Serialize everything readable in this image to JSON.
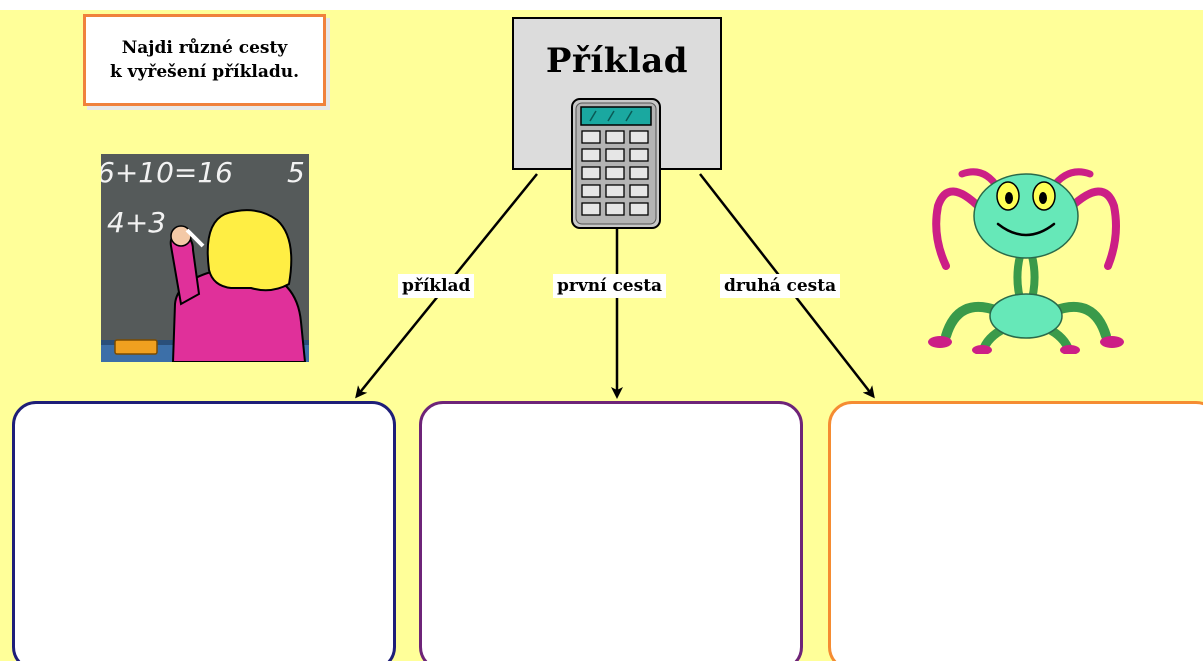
{
  "instruction": {
    "line1": "Najdi různé cesty",
    "line2": "k vyřešení příkladu."
  },
  "title_box": {
    "title": "Příklad"
  },
  "paths": [
    {
      "label": "příklad"
    },
    {
      "label": "první cesta"
    },
    {
      "label": "druhá cesta"
    }
  ],
  "chalkboard": {
    "line1": "6+10=16",
    "line1_extra": "5",
    "line2": "4+3"
  },
  "icons": {
    "calculator": "calculator-icon",
    "teacher": "teacher-at-chalkboard-icon",
    "alien": "alien-creature-icon"
  },
  "colors": {
    "background": "#ffff99",
    "instruction_border": "#f0823c",
    "box_1_border": "#1e1e78",
    "box_2_border": "#6e2478",
    "box_3_border": "#f58c32",
    "title_box_fill": "#dcdcdc"
  }
}
